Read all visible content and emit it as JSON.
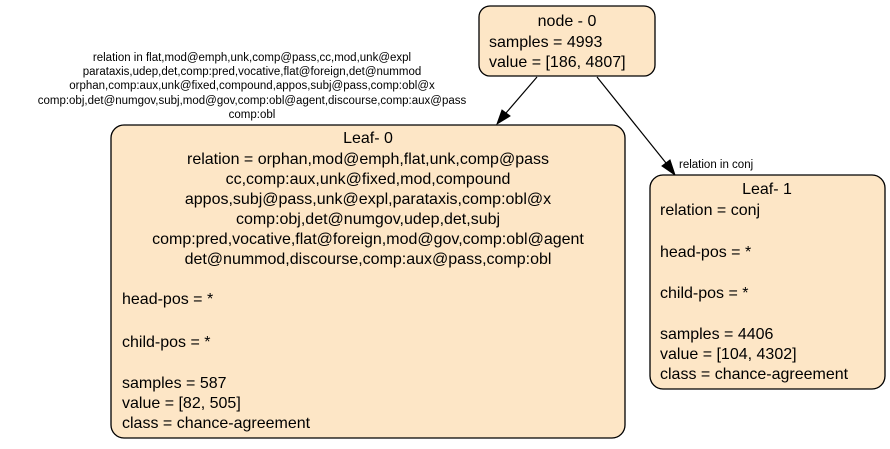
{
  "colors": {
    "node_fill": "#fde6c6",
    "stroke": "#000000"
  },
  "tree": {
    "root": {
      "title": "node - 0",
      "lines": [
        "samples = 4993",
        "value = [186, 4807]"
      ]
    },
    "leaf0": {
      "title": "Leaf- 0",
      "relation_lines": [
        "relation = orphan,mod@emph,flat,unk,comp@pass",
        "cc,comp:aux,unk@fixed,mod,compound",
        "appos,subj@pass,unk@expl,parataxis,comp:obl@x",
        "comp:obj,det@numgov,udep,det,subj",
        "comp:pred,vocative,flat@foreign,mod@gov,comp:obl@agent",
        "det@nummod,discourse,comp:aux@pass,comp:obl"
      ],
      "head_pos": "head-pos = *",
      "child_pos": "child-pos = *",
      "samples": "samples = 587",
      "value": "value = [82, 505]",
      "class": "class = chance-agreement"
    },
    "leaf1": {
      "title": "Leaf- 1",
      "relation": "relation = conj",
      "head_pos": "head-pos = *",
      "child_pos": "child-pos = *",
      "samples": "samples = 4406",
      "value": "value = [104, 4302]",
      "class": "class = chance-agreement"
    }
  },
  "edges": {
    "left_label_lines": [
      "relation in flat,mod@emph,unk,comp@pass,cc,mod,unk@expl",
      "parataxis,udep,det,comp:pred,vocative,flat@foreign,det@nummod",
      "orphan,comp:aux,unk@fixed,compound,appos,subj@pass,comp:obl@x",
      "comp:obj,det@numgov,subj,mod@gov,comp:obl@agent,discourse,comp:aux@pass",
      "comp:obl"
    ],
    "right_label": "relation in conj"
  }
}
